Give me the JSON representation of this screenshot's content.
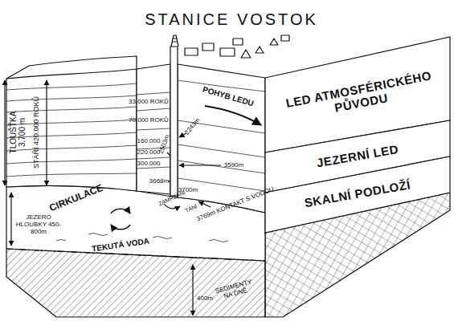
{
  "diagram": {
    "title": "STANICE VOSTOK",
    "nodes": [
      {
        "text": [
          "LED ATMOSFÉRICKÉHO PŮVODU"
        ]
      },
      {
        "text": [
          "JEZERNÍ LED"
        ]
      },
      {
        "text": [
          "SKALNÍ PODLOŽÍ"
        ]
      }
    ],
    "labels": [
      "TLOUŠŤKA 3.700 m",
      "STÁŘÍ 420.000 ROKŮ",
      "33.000 ROKŮ",
      "70.000 ROKŮ",
      "160.000",
      "220.000",
      "300.000",
      "POHYB LEDU",
      "2243m",
      "2503m",
      "3590m",
      "3668m",
      "3700m",
      "ZAMRZÁNÍ",
      "TÁNÍ",
      "3769m KONTAKT S VODOU",
      "CIRKULACE",
      "JEZERO HLOUBKY 450-800m",
      "TEKUTÁ VODA",
      "400m",
      "SEDIMENTY NA DNĚ"
    ]
  }
}
